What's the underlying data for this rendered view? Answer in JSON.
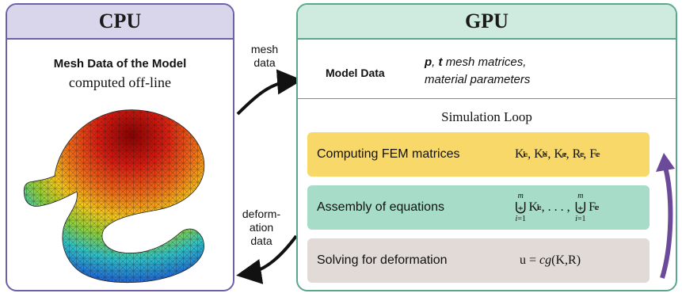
{
  "cpu": {
    "title": "CPU",
    "subtitle_bold": "Mesh Data of the Model",
    "subtitle": "computed off-line"
  },
  "gpu": {
    "title": "GPU",
    "model_data_label": "Model Data",
    "model_data_line1": "mesh matrices,",
    "model_data_p": "p",
    "model_data_t": "t",
    "model_data_line2": "material parameters",
    "loop_title": "Simulation Loop",
    "steps": [
      {
        "label": "Computing FEM matrices",
        "color": "#f8d869"
      },
      {
        "label": "Assembly of equations",
        "color": "#a6dcc8"
      },
      {
        "label": "Solving for deformation",
        "color": "#e1dad6"
      }
    ],
    "solve_formula_u": "u =",
    "solve_formula_cg": "cg",
    "solve_formula_args": "(K,R)"
  },
  "arrows": {
    "mesh_data_line1": "mesh",
    "mesh_data_line2": "data",
    "deform_line1": "deform-",
    "deform_line2": "ation",
    "deform_line3": "data"
  },
  "colors": {
    "cpu_border": "#6e5fa8",
    "gpu_border": "#5aa88a",
    "loop_arrow": "#6b4a9a"
  }
}
